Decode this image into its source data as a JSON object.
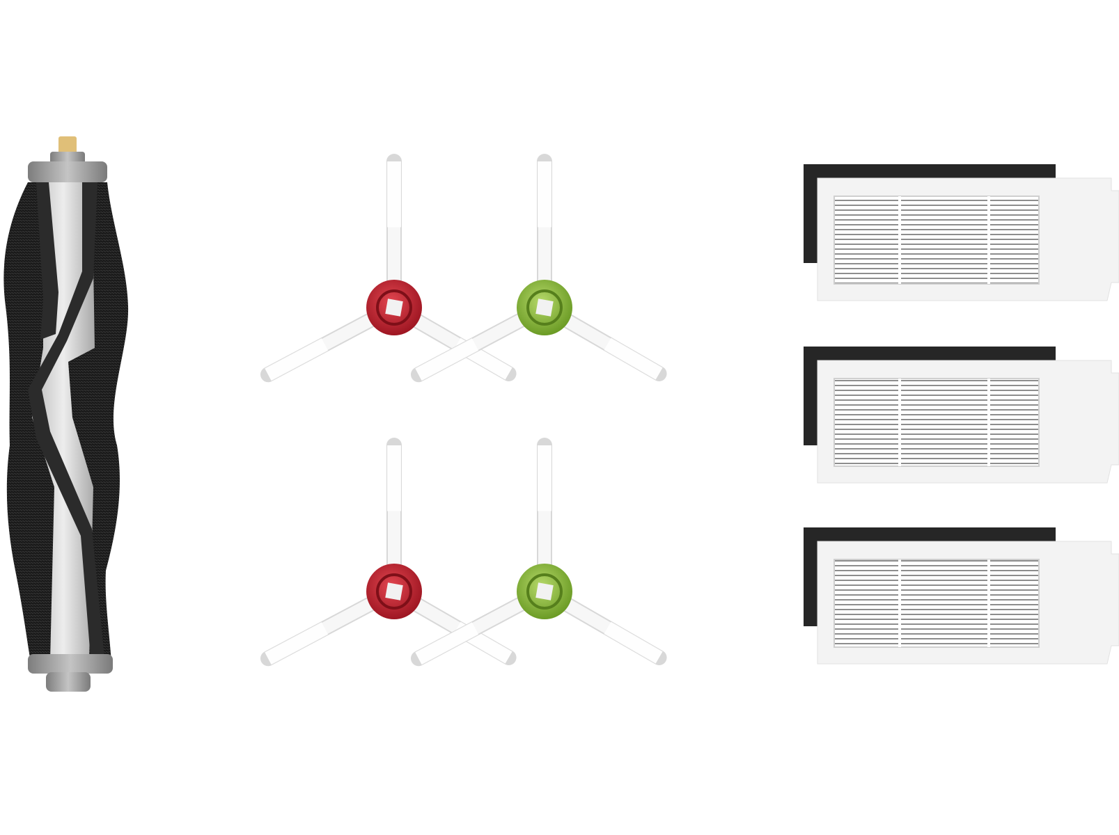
{
  "image": {
    "description_free": true,
    "background": "#ffffff"
  },
  "colors": {
    "bristle": "#1b1b1b",
    "roller_core": "#c9c9c9",
    "roller_core_light": "#e6e6e6",
    "roller_cap": "#9a9a9a",
    "axle": "#e2c27a",
    "blade_dark": "#2d2d2d",
    "side_brush_red": "#b51f2a",
    "side_brush_green": "#7dae2f",
    "side_brush_arm": "#f4f4f4",
    "foam": "#2a2a2a",
    "filter_frame": "#f2f2f2",
    "filter_pleats": "#9b9b9b"
  },
  "items": {
    "main_brush": {
      "icon": "roller-brush-icon",
      "count": 1
    },
    "side_brushes": [
      {
        "icon": "side-brush-icon",
        "color": "red"
      },
      {
        "icon": "side-brush-icon",
        "color": "green"
      },
      {
        "icon": "side-brush-icon",
        "color": "red"
      },
      {
        "icon": "side-brush-icon",
        "color": "green"
      }
    ],
    "filters": {
      "icon": "hepa-filter-icon",
      "count": 3
    }
  }
}
